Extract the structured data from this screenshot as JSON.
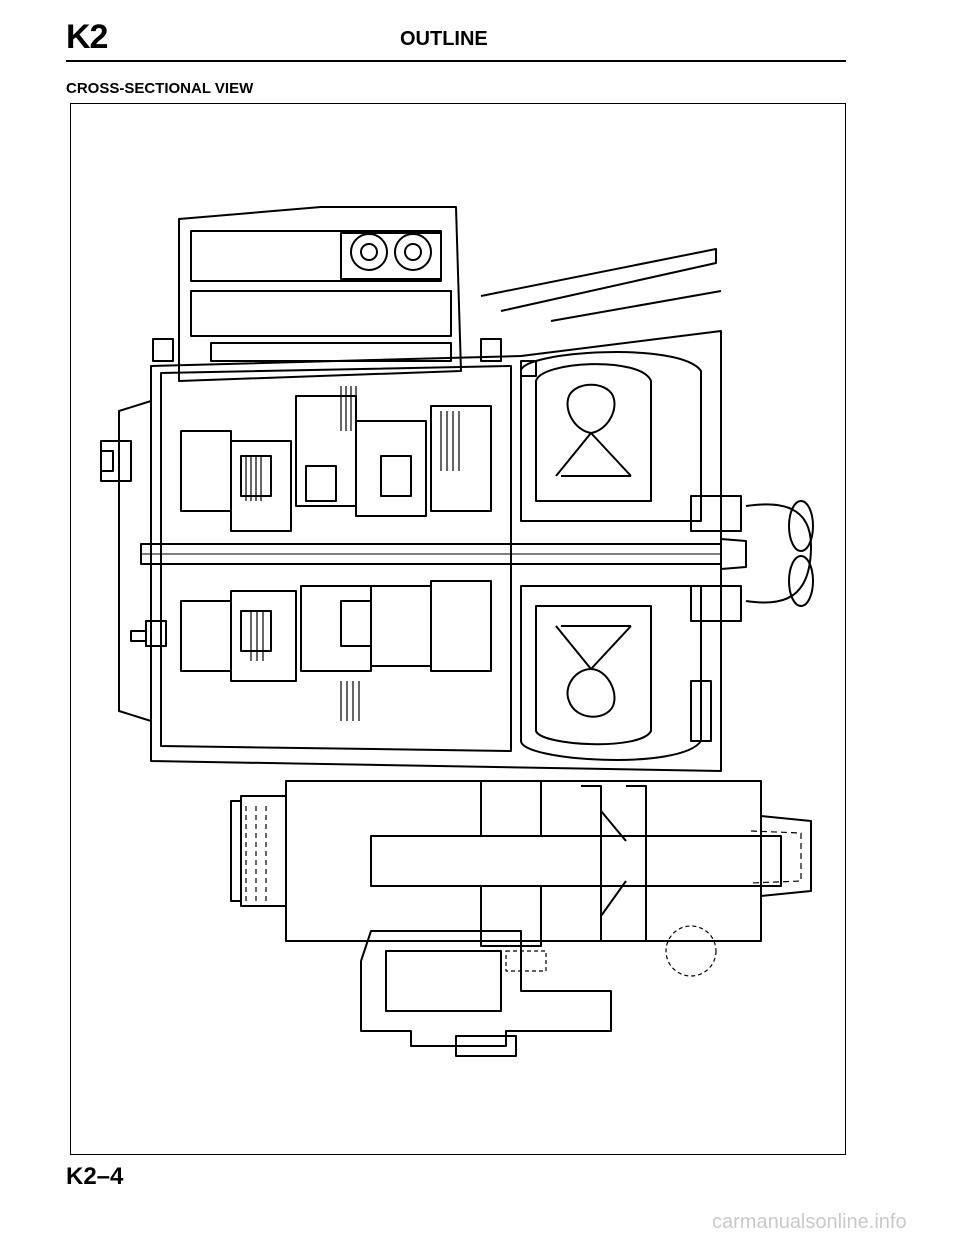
{
  "header": {
    "section_code": "K2",
    "title": "OUTLINE"
  },
  "section": {
    "heading": "CROSS-SECTIONAL VIEW"
  },
  "figure": {
    "subject": "transaxle cross-section line drawing"
  },
  "footer": {
    "page_number": "K2–4"
  },
  "watermark": {
    "text": "carmanualsonline.info"
  }
}
